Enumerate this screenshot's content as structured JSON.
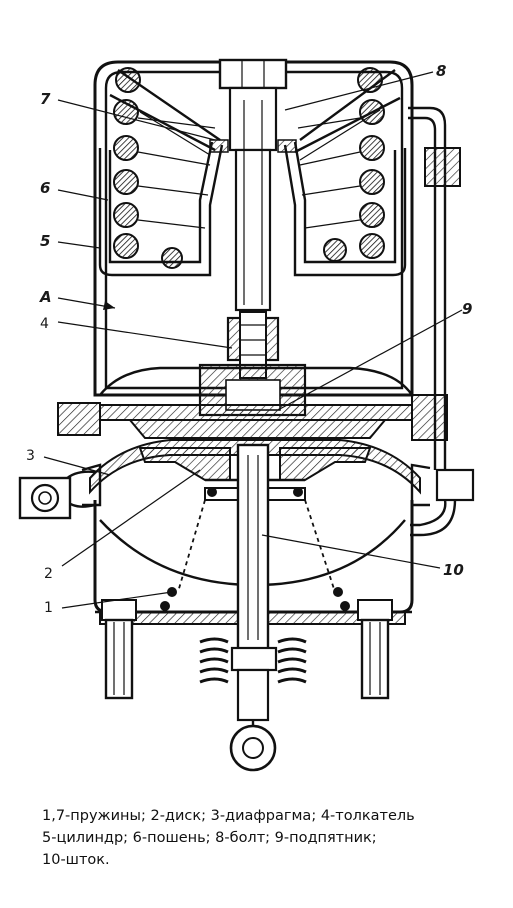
{
  "diagram": {
    "labels": {
      "l8": "8",
      "l7": "7",
      "l6": "6",
      "l5": "5",
      "lA": "А",
      "l4": "4",
      "l9": "9",
      "l3": "3",
      "l2": "2",
      "l10": "10",
      "l1": "1"
    }
  },
  "caption": {
    "line1": "1,7-пружины;  2-диск; 3-диафрагма; 4-толкатель",
    "line2": "5-цилиндр; 6-пошень; 8-болт; 9-подпятник;",
    "line3": "10-шток."
  }
}
